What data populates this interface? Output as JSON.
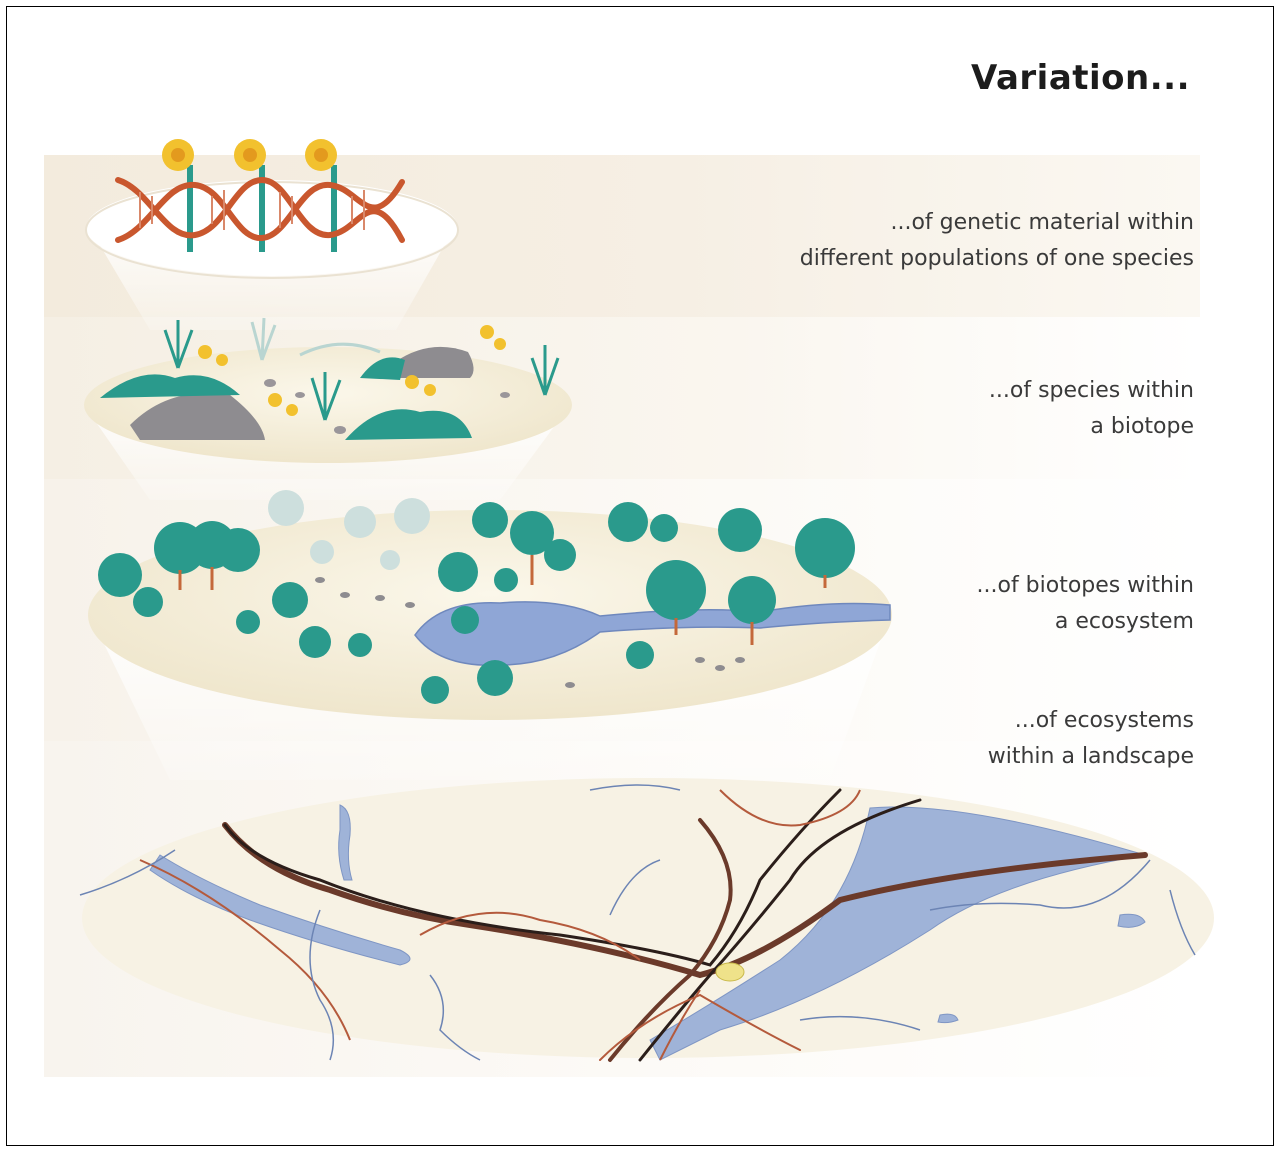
{
  "title": "Variation...",
  "levels": [
    {
      "line1": "...of genetic material within",
      "line2": "different populations of one species"
    },
    {
      "line1": "...of species within",
      "line2": "a biotope"
    },
    {
      "line1": "...of biotopes within",
      "line2": "a ecosystem"
    },
    {
      "line1": "...of ecosystems",
      "line2": "within a landscape"
    }
  ],
  "colors": {
    "teal": "#2a9a8c",
    "water": "#9fb3d8",
    "road_dark": "#6b3a2a",
    "road_red": "#b45a3c",
    "dna": "#c9572e",
    "flower": "#f2c12e",
    "ground": "#f4ecd6"
  },
  "icons": [
    "dna-helix-icon",
    "flower-icon",
    "grass-tuft-icon",
    "rock-icon",
    "tree-icon",
    "river-icon",
    "road-icon"
  ]
}
